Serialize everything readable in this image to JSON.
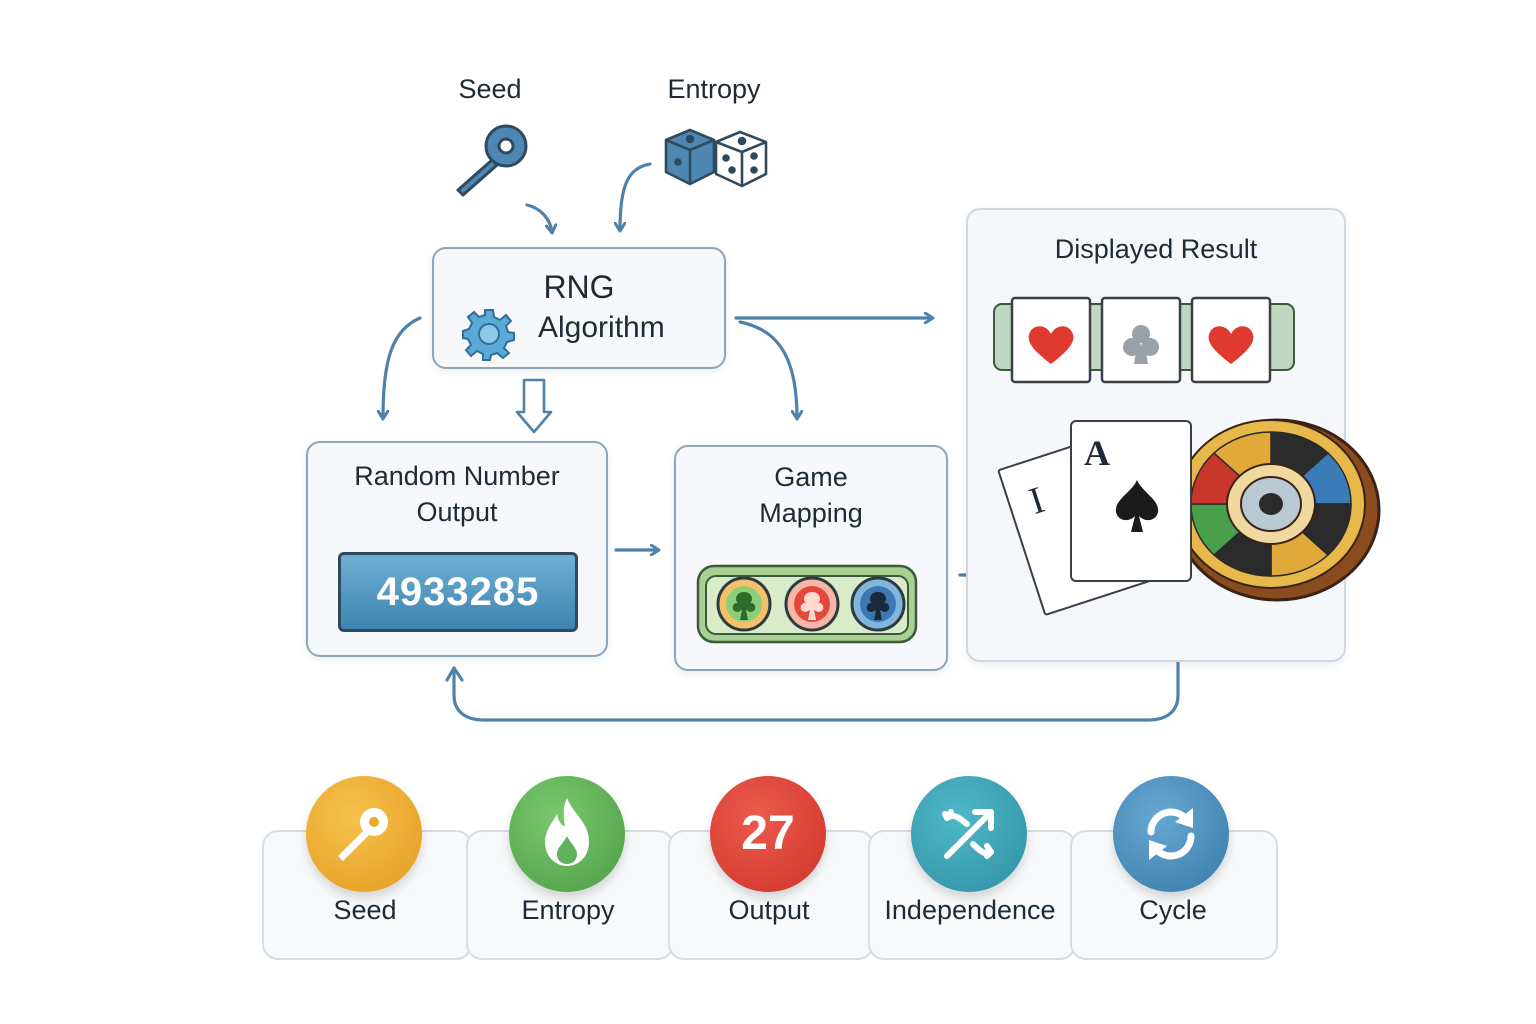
{
  "inputs": {
    "seed_label": "Seed",
    "entropy_label": "Entropy"
  },
  "rng_box": {
    "title": "RNG",
    "subtitle": "Algorithm"
  },
  "output_box": {
    "title_line1": "Random Number",
    "title_line2": "Output",
    "value": "4933285"
  },
  "mapping_box": {
    "title_line1": "Game",
    "title_line2": "Mapping"
  },
  "result_panel": {
    "title": "Displayed Result",
    "ace_rank": "A",
    "back_card_rank": "I"
  },
  "legend": [
    {
      "label": "Seed",
      "icon": "key-icon",
      "color": "#eba92d"
    },
    {
      "label": "Entropy",
      "icon": "flame-icon",
      "color": "#5fb15a"
    },
    {
      "label": "Output",
      "icon": "number-icon",
      "badge_text": "27",
      "color": "#e0443a"
    },
    {
      "label": "Independence",
      "icon": "shuffle-arrows-icon",
      "color": "#3aa3b5"
    },
    {
      "label": "Cycle",
      "icon": "cycle-icon",
      "color": "#4a8fbd"
    }
  ],
  "colors": {
    "arrow": "#4f82ab",
    "box_border": "#8fa6ba",
    "heart": "#e0392f",
    "club": "#9aa1a8"
  }
}
